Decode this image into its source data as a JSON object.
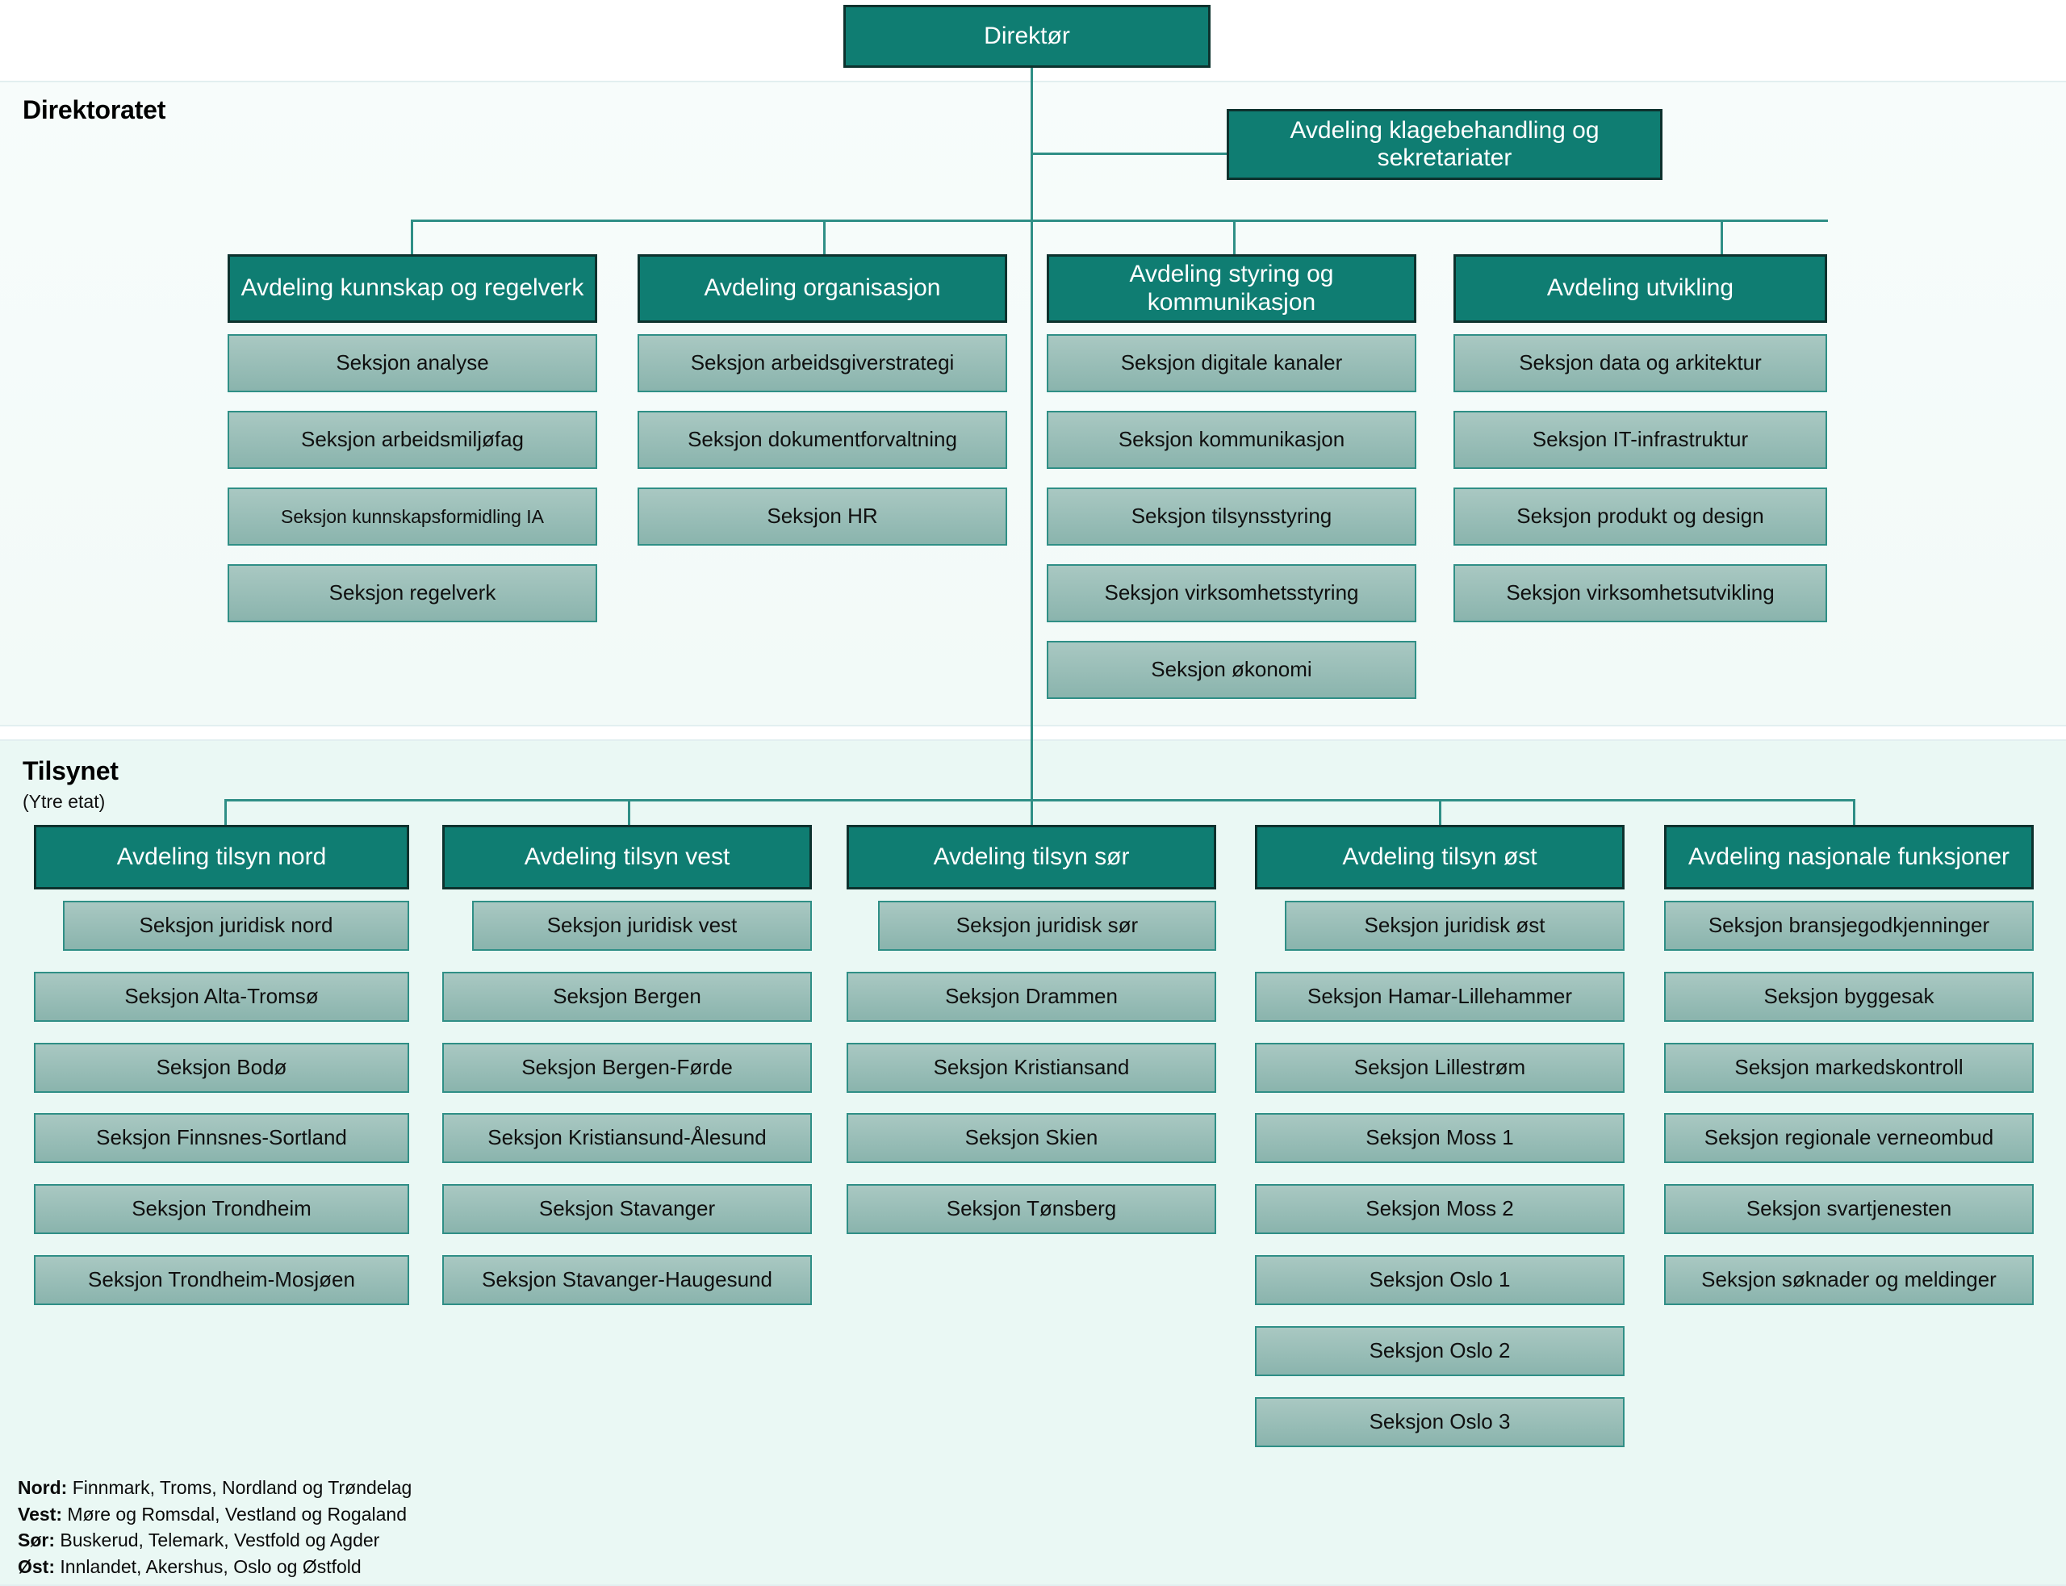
{
  "colors": {
    "dept_fill": "#0f7d72",
    "dept_border": "#0d322e",
    "section_fill_top": "#a9c8c2",
    "section_fill_bottom": "#8ab4ad",
    "section_border": "#2f8f86",
    "panel_direktoratet_bg": "#f5fbfa",
    "panel_tilsynet_bg": "#eaf8f4",
    "connector": "#2f8f86",
    "text_on_dept": "#ffffff",
    "text_on_section": "#101010"
  },
  "root": {
    "label": "Direktør"
  },
  "staff_unit": {
    "label": "Avdeling klagebehandling og sekretariater"
  },
  "sections": [
    {
      "id": "direktoratet",
      "title": "Direktoratet",
      "subtitle": "",
      "departments": [
        {
          "label": "Avdeling kunnskap og regelverk",
          "sections": [
            "Seksjon analyse",
            "Seksjon arbeidsmiljøfag",
            "Seksjon kunnskapsformidling IA",
            "Seksjon regelverk"
          ]
        },
        {
          "label": "Avdeling organisasjon",
          "sections": [
            "Seksjon arbeidsgiverstrategi",
            "Seksjon dokumentforvaltning",
            "Seksjon HR"
          ]
        },
        {
          "label": "Avdeling styring og kommunikasjon",
          "sections": [
            "Seksjon digitale kanaler",
            "Seksjon kommunikasjon",
            "Seksjon tilsynsstyring",
            "Seksjon virksomhetsstyring",
            "Seksjon økonomi"
          ]
        },
        {
          "label": "Avdeling utvikling",
          "sections": [
            "Seksjon data og arkitektur",
            "Seksjon IT-infrastruktur",
            "Seksjon produkt og design",
            "Seksjon virksomhetsutvikling"
          ]
        }
      ]
    },
    {
      "id": "tilsynet",
      "title": "Tilsynet",
      "subtitle": "(Ytre etat)",
      "departments": [
        {
          "label": "Avdeling tilsyn nord",
          "sections": [
            "Seksjon juridisk nord",
            "Seksjon Alta-Tromsø",
            "Seksjon Bodø",
            "Seksjon  Finnsnes-Sortland",
            "Seksjon  Trondheim",
            "Seksjon Trondheim-Mosjøen"
          ]
        },
        {
          "label": "Avdeling tilsyn vest",
          "sections": [
            "Seksjon juridisk vest",
            "Seksjon Bergen",
            "Seksjon Bergen-Førde",
            "Seksjon Kristiansund-Ålesund",
            "Seksjon Stavanger",
            "Seksjon Stavanger-Haugesund"
          ]
        },
        {
          "label": "Avdeling tilsyn sør",
          "sections": [
            "Seksjon juridisk sør",
            "Seksjon Drammen",
            "Seksjon Kristiansand",
            "Seksjon Skien",
            "Seksjon Tønsberg"
          ]
        },
        {
          "label": "Avdeling tilsyn øst",
          "sections": [
            "Seksjon juridisk øst",
            "Seksjon Hamar-Lillehammer",
            "Seksjon Lillestrøm",
            "Seksjon Moss 1",
            "Seksjon Moss 2",
            "Seksjon Oslo 1",
            "Seksjon Oslo 2",
            "Seksjon Oslo 3"
          ]
        },
        {
          "label": "Avdeling nasjonale funksjoner",
          "sections": [
            "Seksjon bransjegodkjenninger",
            "Seksjon byggesak",
            "Seksjon markedskontroll",
            "Seksjon regionale verneombud",
            "Seksjon svartjenesten",
            "Seksjon søknader og meldinger"
          ]
        }
      ]
    }
  ],
  "legend": [
    {
      "region": "Nord:",
      "counties": " Finnmark, Troms, Nordland og Trøndelag"
    },
    {
      "region": "Vest:",
      "counties": " Møre og Romsdal, Vestland og Rogaland"
    },
    {
      "region": "Sør:",
      "counties": " Buskerud, Telemark, Vestfold og Agder"
    },
    {
      "region": "Øst:",
      "counties": " Innlandet, Akershus, Oslo og Østfold"
    }
  ]
}
